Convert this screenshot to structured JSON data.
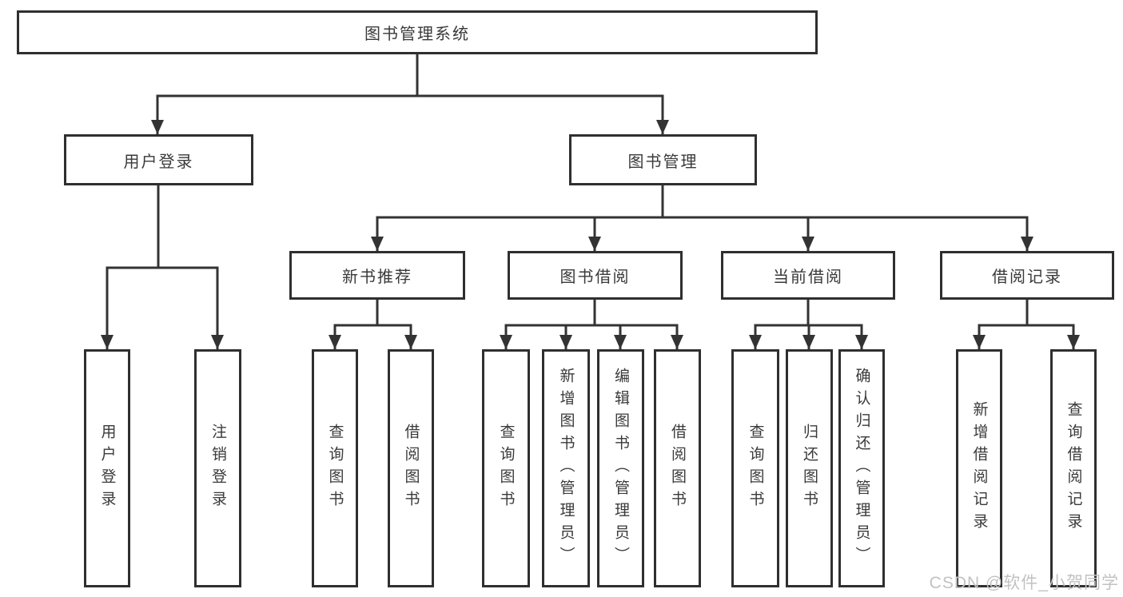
{
  "nodes": {
    "root": "图书管理系统",
    "level2": [
      "用户登录",
      "图书管理"
    ],
    "login_children": [
      "用户登录",
      "注销登录"
    ],
    "manage_children": [
      "新书推荐",
      "图书借阅",
      "当前借阅",
      "借阅记录"
    ],
    "recommend_children": [
      "查询图书",
      "借阅图书"
    ],
    "borrow_children": [
      "查询图书",
      "新增图书（管理员）",
      "编辑图书（管理员）",
      "借阅图书"
    ],
    "current_children": [
      "查询图书",
      "归还图书",
      "确认归还（管理员）"
    ],
    "records_children": [
      "新增借阅记录",
      "查询借阅记录"
    ]
  },
  "watermark": "CSDN @软件_小贺同学",
  "colors": {
    "line": "#333333",
    "box-border": "#2f2f2f",
    "box-fill": "#ffffff",
    "text": "#3a3a3a",
    "watermark": "#c2c2c2",
    "background": "#ffffff"
  }
}
